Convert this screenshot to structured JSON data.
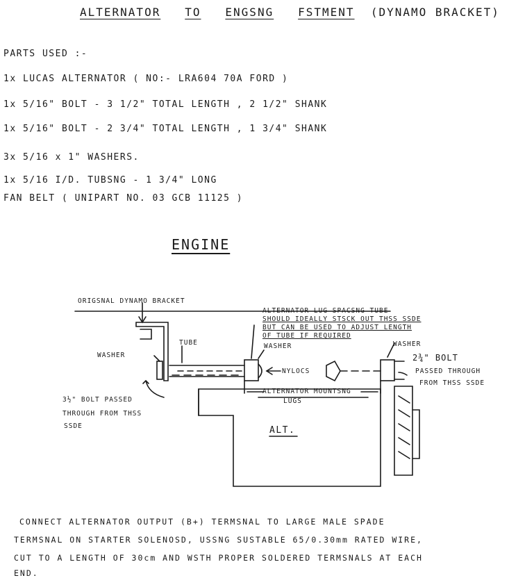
{
  "title": {
    "part1": "ALTERNATOR",
    "part2": "TO",
    "part3": "ENGSNG",
    "part4": "FSTMENT",
    "part5": "(DYNAMO BRACKET)"
  },
  "parts_label": "PARTS USED :-",
  "parts": [
    "1x LUCAS ALTERNATOR ( NO:- LRA604 70A FORD )",
    "1x 5/16\" BOLT - 3 1/2\" TOTAL LENGTH , 2 1/2\" SHANK",
    "1x 5/16\" BOLT - 2 3/4\" TOTAL LENGTH , 1 3/4\" SHANK",
    "3x 5/16 x 1\" WASHERS.",
    "1x 5/16 I/D. TUBSNG - 1 3/4\" LONG",
    "FAN BELT ( UNIPART NO. 03 GCB 11125 )"
  ],
  "engine_heading": "ENGINE",
  "diagram": {
    "original_bracket": "ORIGSNAL DYNAMO BRACKET",
    "tube": "TUBE",
    "washer_left": "WASHER",
    "bolt_left_1": "3½\" BOLT PASSED",
    "bolt_left_2": "THROUGH FROM THSS",
    "bolt_left_3": "SSDE",
    "lug_tube_1": "ALTERNATOR LUG SPACSNG TUBE",
    "lug_tube_2": "SHOULD IDEALLY STSCK OUT THSS SSDE",
    "lug_tube_3": "BUT CAN BE USED TO ADJUST LENGTH",
    "lug_tube_4": "OF TUBE IF REQUIRED",
    "washer_mid": "WASHER",
    "washer_right": "WASHER",
    "nylocs": "NYLOCS",
    "mounting_1": "ALTERNATOR MOUNTSNG",
    "mounting_2": "LUGS",
    "bolt_right_1": "2¾\" BOLT",
    "bolt_right_2": "PASSED THROUGH",
    "bolt_right_3": "FROM THSS SSDE",
    "alt": "ALT."
  },
  "note_lines": [
    "CONNECT ALTERNATOR OUTPUT (B+) TERMSNAL TO LARGE MALE SPADE",
    "TERMSNAL ON STARTER SOLENOSD, USSNG SUSTABLE 65/0.30mm RATED WIRE,",
    "CUT TO A LENGTH OF 30cm AND WSTH PROPER SOLDERED TERMSNALS AT EACH",
    "END."
  ]
}
